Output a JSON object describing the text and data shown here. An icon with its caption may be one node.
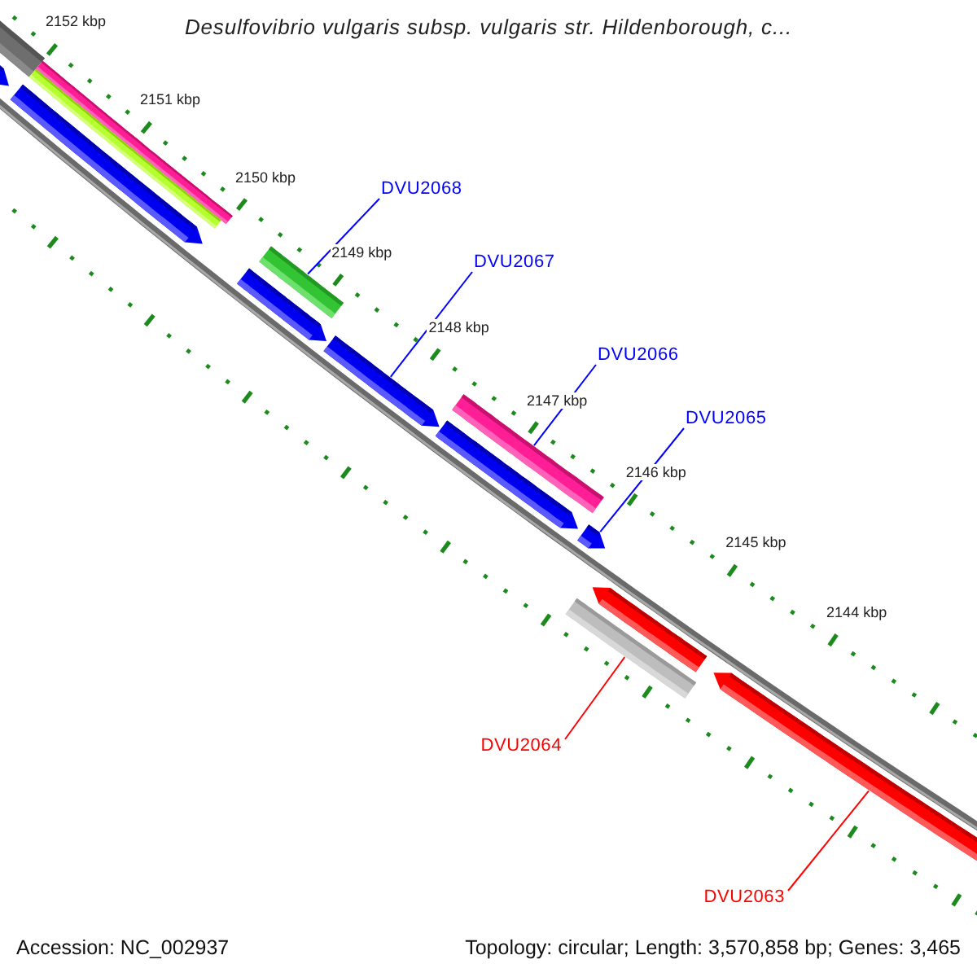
{
  "diagram": {
    "title": "Desulfovibrio vulgaris subsp. vulgaris str. Hildenborough, c...",
    "nodes": [
      {
        "text": [
          "DVU2068"
        ]
      },
      {
        "text": [],
        "shape": "bar"
      },
      {
        "text": [
          "DVU2067"
        ]
      },
      {
        "text": [],
        "shape": "bar"
      },
      {
        "text": [
          "DVU2066"
        ]
      },
      {
        "text": [],
        "shape": "bar"
      },
      {
        "text": [
          "DVU2065"
        ]
      },
      {
        "text": [],
        "shape": "bar"
      },
      {
        "text": [
          "DVU2064"
        ]
      },
      {
        "text": [],
        "shape": "bar"
      },
      {
        "text": [
          "DVU2063"
        ]
      },
      {
        "text": [],
        "shape": "bar"
      }
    ],
    "edges": [
      {
        "from": 0,
        "to": 1,
        "arrow": "none"
      },
      {
        "from": 2,
        "to": 3,
        "arrow": "none"
      },
      {
        "from": 4,
        "to": 5,
        "arrow": "none"
      },
      {
        "from": 6,
        "to": 7,
        "arrow": "none"
      },
      {
        "from": 8,
        "to": 9,
        "arrow": "none",
        "color": "#ff0000"
      },
      {
        "from": 10,
        "to": 11,
        "arrow": "none",
        "color": "#ff0000"
      }
    ],
    "labels": [
      "2152 kbp",
      "2151 kbp",
      "2150 kbp",
      "2149 kbp",
      "2148 kbp",
      "2147 kbp",
      "2146 kbp",
      "2145 kbp",
      "2144 kbp",
      "Accession: NC_002937",
      "Topology: circular; Length: 3,570,858 bp; Genes: 3,465"
    ]
  }
}
